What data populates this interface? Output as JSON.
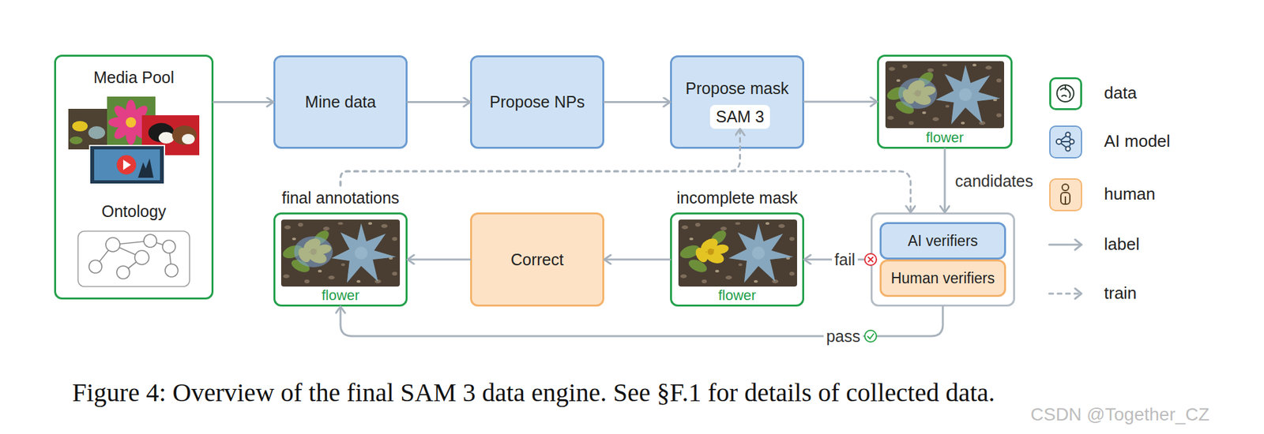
{
  "diagram": {
    "caption": "Figure 4: Overview of the final SAM 3 data engine. See §F.1 for details of collected data.",
    "nodes": [
      {
        "text": [
          "Media Pool",
          "Ontology"
        ]
      },
      {
        "text": [
          "Mine data"
        ]
      },
      {
        "text": [
          "Propose NPs"
        ]
      },
      {
        "text": [
          "Propose mask"
        ]
      },
      {
        "text": [
          "SAM 3"
        ],
        "in": 3
      },
      {
        "text": [
          "flower"
        ]
      },
      {
        "text": [
          "final annotations",
          "flower"
        ]
      },
      {
        "text": [
          "Correct"
        ]
      },
      {
        "text": [
          "incomplete mask",
          "flower"
        ]
      },
      {
        "text": []
      },
      {
        "text": [
          "AI verifiers"
        ],
        "in": 9
      },
      {
        "text": [
          "Human verifiers"
        ],
        "in": 9
      }
    ],
    "edges": [
      {
        "from": 0,
        "to": 1,
        "arrow": "to"
      },
      {
        "from": 1,
        "to": 2,
        "arrow": "to"
      },
      {
        "from": 2,
        "to": 3,
        "arrow": "to"
      },
      {
        "from": 3,
        "to": 5,
        "arrow": "to"
      },
      {
        "from": 5,
        "to": 9,
        "arrow": "to",
        "label": "candidates"
      },
      {
        "from": 9,
        "to": 8,
        "arrow": "to",
        "label": "fail"
      },
      {
        "from": 8,
        "to": 7,
        "arrow": "to"
      },
      {
        "from": 7,
        "to": 6,
        "arrow": "to"
      },
      {
        "from": 9,
        "to": 6,
        "arrow": "to",
        "label": "pass"
      },
      {
        "from": 6,
        "to": 4,
        "arrow": "to"
      },
      {
        "from": 6,
        "to": 9,
        "arrow": "to"
      }
    ],
    "labels": [
      "CSDN @Together_CZ"
    ],
    "legend": [
      {
        "text": "data",
        "color": "#23a04b"
      },
      {
        "text": "AI model",
        "color": "#cfe2f5"
      },
      {
        "text": "human",
        "color": "#fde2c6"
      },
      {
        "text": "label"
      },
      {
        "text": "train"
      }
    ]
  }
}
